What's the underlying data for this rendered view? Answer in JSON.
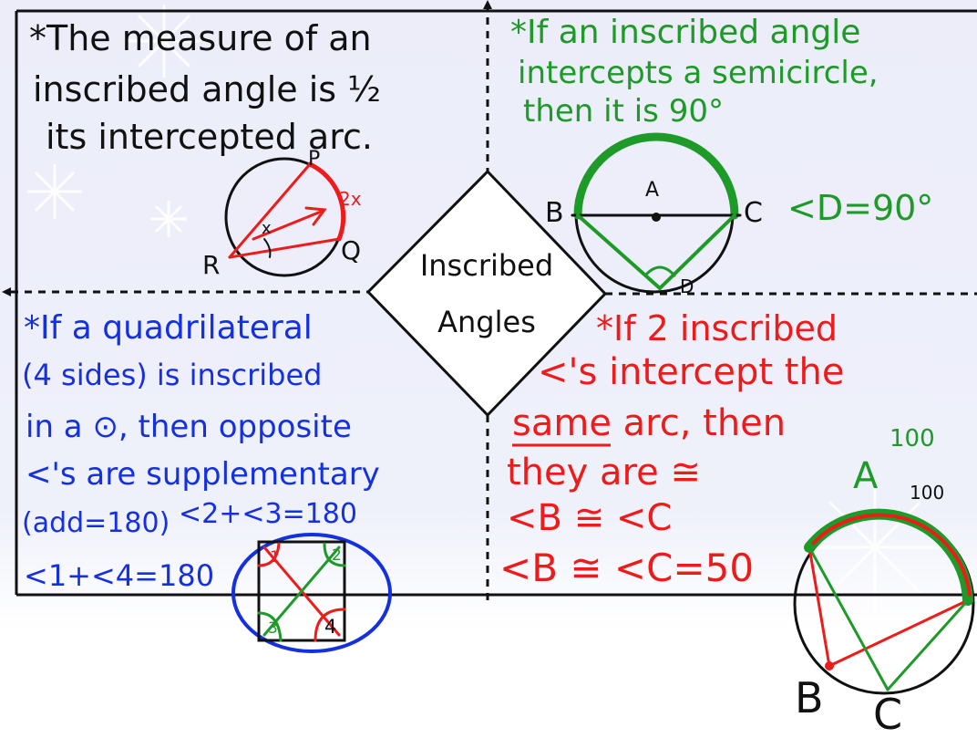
{
  "center": {
    "line1": "Inscribed",
    "line2": "Angles"
  },
  "top_left": {
    "lines": [
      "*The measure of an",
      "inscribed angle is ½",
      "its intercepted arc."
    ],
    "labels": {
      "p": "P",
      "q": "Q",
      "r": "R",
      "arc": "2x",
      "angle": "x"
    }
  },
  "top_right": {
    "lines": [
      "*If an inscribed angle",
      "intercepts a semicircle,",
      "then it is 90°"
    ],
    "labels": {
      "a": "A",
      "b": "B",
      "c": "C",
      "d": "D"
    },
    "result": "<D=90°"
  },
  "bottom_left": {
    "lines": [
      "*If a quadrilateral",
      "(4 sides) is inscribed",
      "in a ⊙, then opposite",
      "<'s are supplementary",
      "(add=180)"
    ],
    "eq1": "<2+<3=180",
    "eq2": "<1+<4=180",
    "quad_labels": {
      "one": "1",
      "two": "2",
      "three": "3",
      "four": "4"
    }
  },
  "bottom_right": {
    "lines": [
      "*If 2 inscribed",
      "<'s intercept the",
      "same arc, then",
      "they are ≅"
    ],
    "eq1": "<B ≅ <C",
    "eq2": "<B ≅ <C=50",
    "arc_label": "A",
    "arc_measure": "100",
    "arc_measure_small": "100",
    "labels": {
      "b": "B",
      "c": "C"
    }
  },
  "colors": {
    "black": "#111111",
    "green": "#1e9a28",
    "blue": "#1530e0",
    "red": "#ee1b1b",
    "backdrop": "#eceefa"
  }
}
